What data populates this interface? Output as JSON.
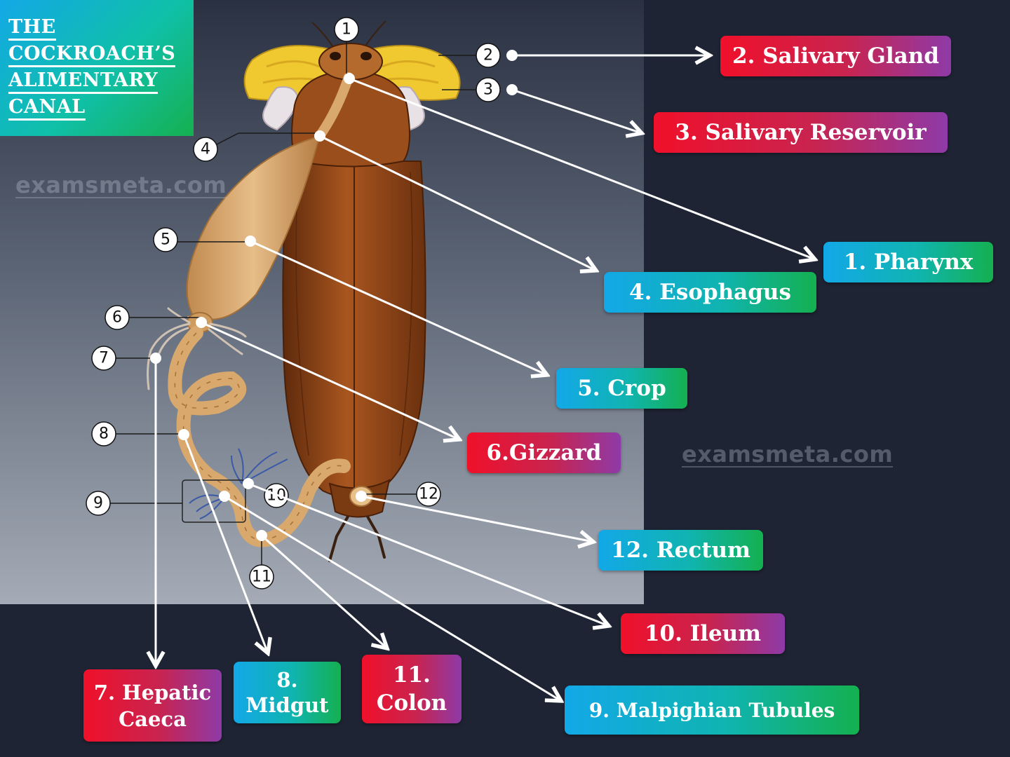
{
  "title_lines": [
    "THE",
    "COCKROACH’S",
    "ALIMENTARY",
    "CANAL"
  ],
  "watermark": "examsmeta.com",
  "callout_numbers": [
    "1",
    "2",
    "3",
    "4",
    "5",
    "6",
    "7",
    "8",
    "9",
    "10",
    "11",
    "12"
  ],
  "labels": [
    {
      "id": "pharynx",
      "text": "1. Pharynx"
    },
    {
      "id": "salivary-gland",
      "text": "2. Salivary Gland"
    },
    {
      "id": "salivary-reservoir",
      "text": "3. Salivary Reservoir"
    },
    {
      "id": "esophagus",
      "text": "4. Esophagus"
    },
    {
      "id": "crop",
      "text": "5. Crop"
    },
    {
      "id": "gizzard",
      "text": "6.Gizzard"
    },
    {
      "id": "hepatic-caeca",
      "text": "7. Hepatic\nCaeca"
    },
    {
      "id": "midgut",
      "text": "8.\nMidgut"
    },
    {
      "id": "malpighian-tubules",
      "text": "9. Malpighian Tubules"
    },
    {
      "id": "ileum",
      "text": "10. Ileum"
    },
    {
      "id": "colon",
      "text": "11.\nColon"
    },
    {
      "id": "rectum",
      "text": "12. Rectum"
    }
  ],
  "colors": {
    "background": "#1e2433",
    "label_red": "#f0102a",
    "label_purple": "#8e3aa8",
    "label_blue": "#12a8e8",
    "label_green": "#14b050",
    "body_brown": "#8a4418",
    "gut_tan": "#d9a86c",
    "gland_yellow": "#f0c830"
  }
}
